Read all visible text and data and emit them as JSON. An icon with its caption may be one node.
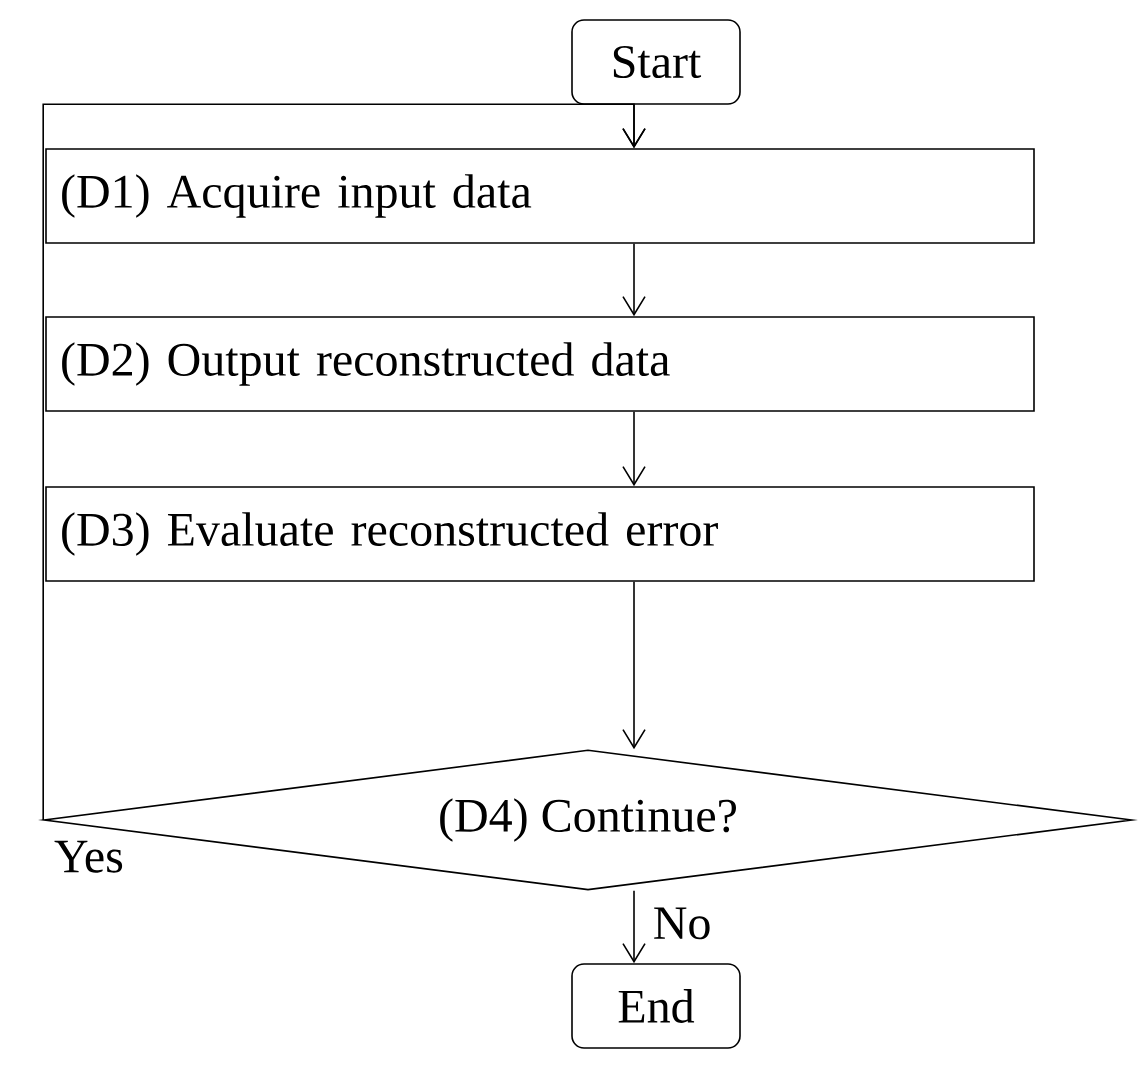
{
  "diagram": {
    "nodes": [
      {
        "text": [
          "Start"
        ]
      },
      {
        "text": [
          "(D1) Acquire input data"
        ]
      },
      {
        "text": [
          "(D2) Output reconstructed data"
        ]
      },
      {
        "text": [
          "(D3) Evaluate reconstructed error"
        ]
      },
      {
        "text": [
          "(D4) Continue?"
        ]
      },
      {
        "text": [
          "End"
        ]
      }
    ],
    "edges": [
      {
        "from": 0,
        "to": 1,
        "arrow": "to"
      },
      {
        "from": 1,
        "to": 2,
        "arrow": "to"
      },
      {
        "from": 2,
        "to": 3,
        "arrow": "to"
      },
      {
        "from": 3,
        "to": 4,
        "arrow": "to"
      },
      {
        "from": 4,
        "to": 1,
        "arrow": "to",
        "label": "Yes"
      },
      {
        "from": 4,
        "to": 5,
        "arrow": "to",
        "label": "No"
      }
    ]
  }
}
